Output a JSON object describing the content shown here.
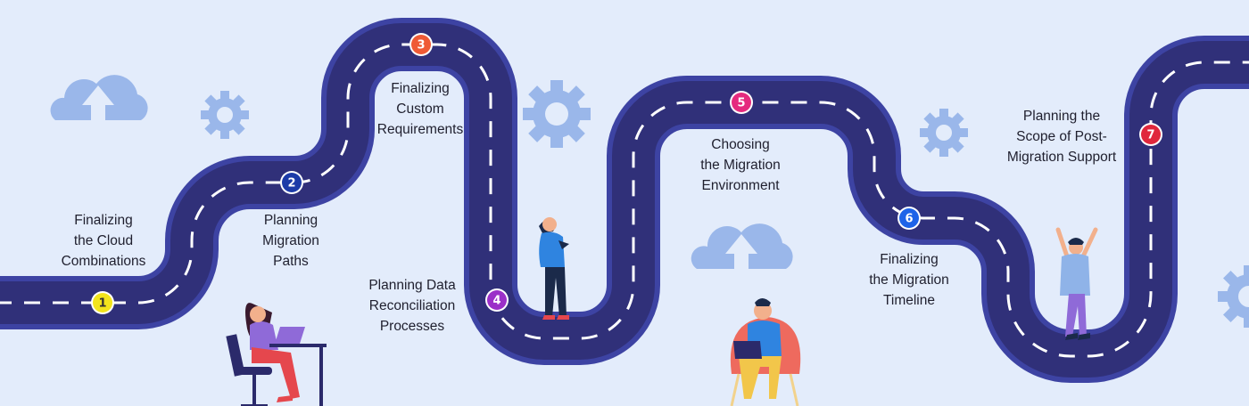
{
  "colors": {
    "background": "#e3ecfb",
    "road": "#303079",
    "road_edge": "#3d43a3",
    "dash": "#ffffff",
    "decor": "#9ab7ea"
  },
  "steps": [
    {
      "number": "1",
      "label": "Finalizing\nthe Cloud\nCombinations",
      "color": "#f2e41c",
      "text_color": "#333333"
    },
    {
      "number": "2",
      "label": "Planning\nMigration\nPaths",
      "color": "#1c3ba8",
      "text_color": "#ffffff"
    },
    {
      "number": "3",
      "label": "Finalizing\nCustom\nRequirements",
      "color": "#ef5a35",
      "text_color": "#ffffff"
    },
    {
      "number": "4",
      "label": "Planning Data\nReconciliation\nProcesses",
      "color": "#9b2fc8",
      "text_color": "#ffffff"
    },
    {
      "number": "5",
      "label": "Choosing\nthe Migration\nEnvironment",
      "color": "#e52a7e",
      "text_color": "#ffffff"
    },
    {
      "number": "6",
      "label": "Finalizing\nthe Migration\nTimeline",
      "color": "#1d63e8",
      "text_color": "#ffffff"
    },
    {
      "number": "7",
      "label": "Planning the\nScope of Post-\nMigration Support",
      "color": "#e0273c",
      "text_color": "#ffffff"
    }
  ],
  "decorations": {
    "clouds": [
      "cloud-upload-icon",
      "cloud-upload-icon"
    ],
    "gears": [
      "gear-icon",
      "gear-icon",
      "gear-icon",
      "gear-icon"
    ],
    "people": [
      "woman-at-desk-laptop",
      "man-thinking",
      "man-chair-laptop",
      "man-celebrating"
    ]
  }
}
